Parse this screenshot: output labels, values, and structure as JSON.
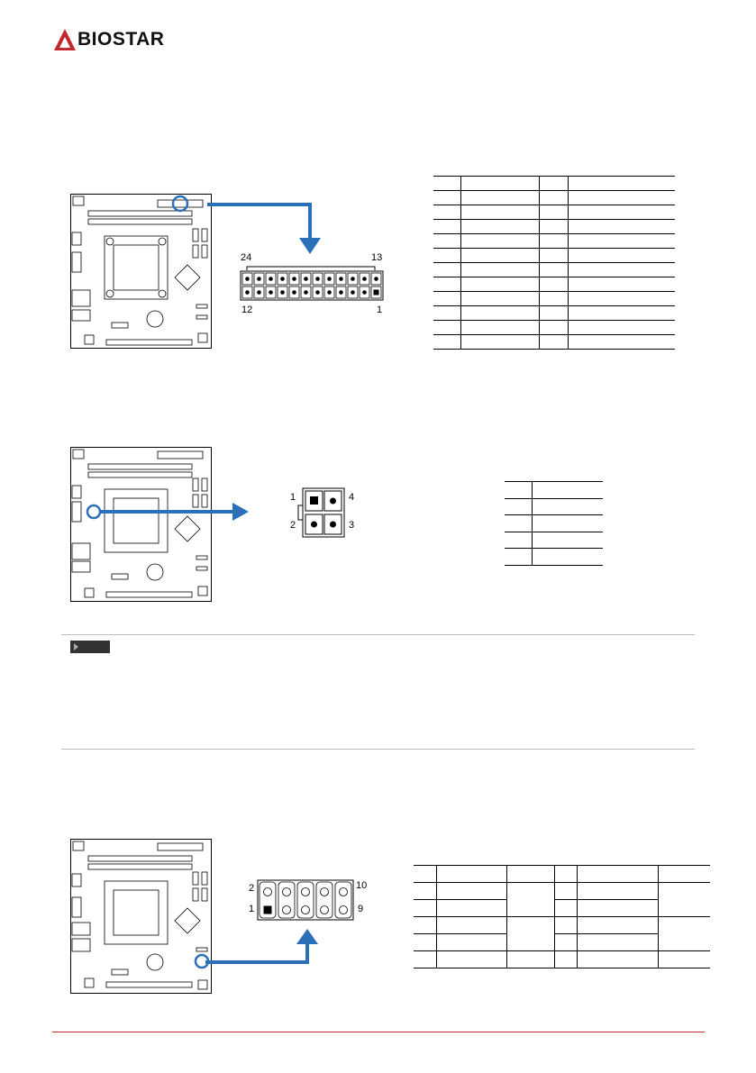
{
  "brand": {
    "name": "BIOSTAR",
    "color": "#c1272d"
  },
  "colors": {
    "arrow": "#2a6fb8",
    "highlight": "#2a6fb8",
    "rule": "#bbbbbb",
    "footer_line": "#c1272d"
  },
  "atx_connector": {
    "top_left_label": "24",
    "top_right_label": "13",
    "bottom_left_label": "12",
    "bottom_right_label": "1",
    "pins_per_row": 12
  },
  "atx_table": {
    "rows": 12,
    "cols": 4
  },
  "cpu_connector": {
    "labels": [
      "1",
      "4",
      "2",
      "3"
    ]
  },
  "cpu_table": {
    "rows": 5,
    "cols": 2
  },
  "header_connector": {
    "labels": [
      "2",
      "10",
      "1",
      "9"
    ]
  },
  "header_table": {
    "rows": 6,
    "cols": 6
  }
}
